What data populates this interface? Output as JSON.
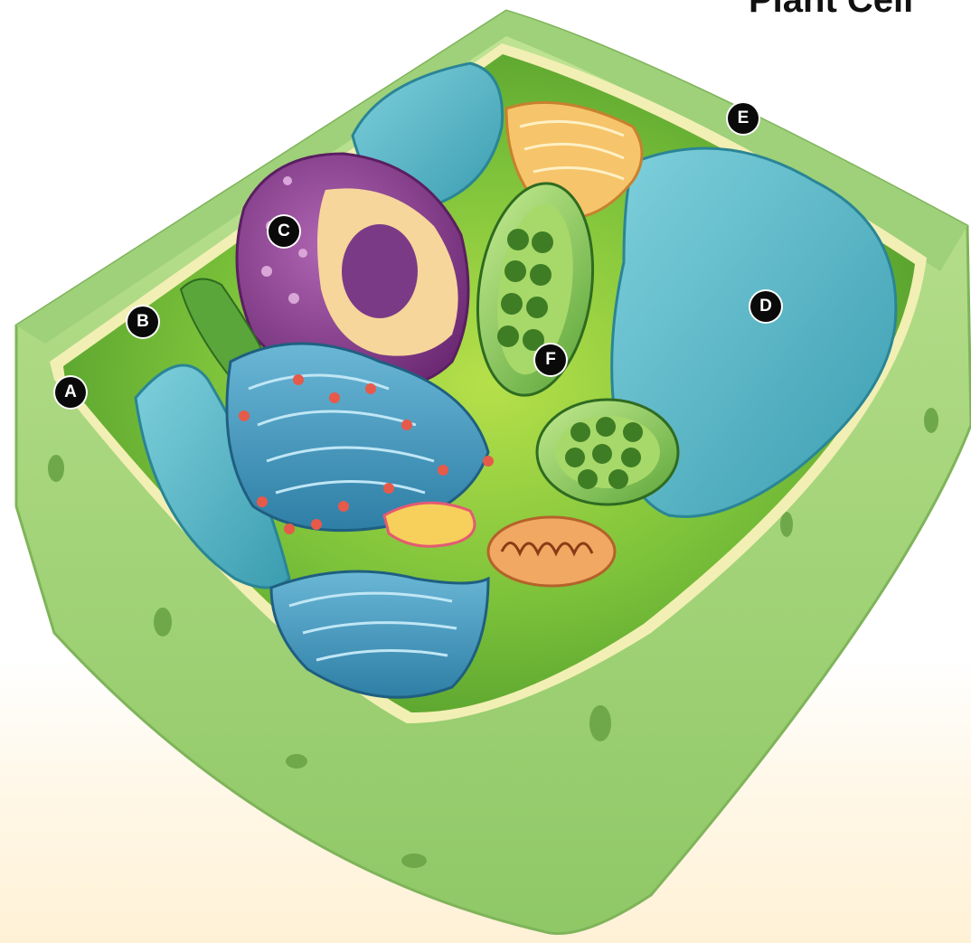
{
  "title": "Plant Cell",
  "labels": [
    "A",
    "B",
    "C",
    "D",
    "E",
    "F"
  ],
  "colors": {
    "cell_wall": "#a8d67a",
    "cytoplasm": "#6fbf3a",
    "vacuole": "#4fb3c4",
    "nucleus_envelope": "#8a3d8f",
    "chloroplast": "#7cc14b",
    "golgi": "#f0a85a",
    "mitochondrion": "#e8935a"
  }
}
